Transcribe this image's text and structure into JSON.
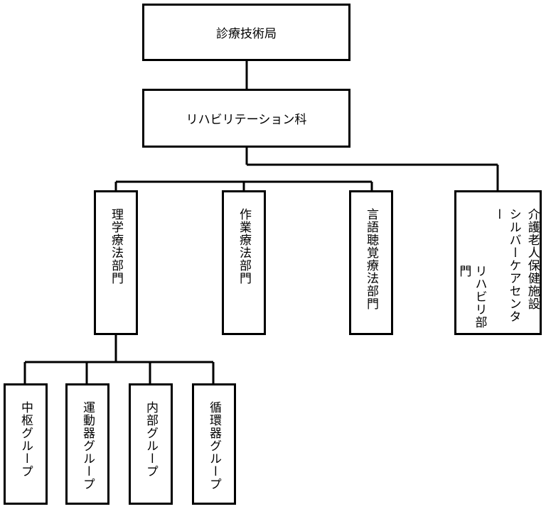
{
  "nodes": {
    "bureau": "診療技術局",
    "department": "リハビリテーション科",
    "pt": "理学療法部門",
    "ot": "作業療法部門",
    "st": "言語聴覚療法部門",
    "care": [
      "介護老人保健施設",
      "シルバーケアセンター",
      "リハビリ部門"
    ],
    "central": "中枢グループ",
    "motor": "運動器グループ",
    "internal": "内部グループ",
    "cardio": "循環器グループ"
  }
}
